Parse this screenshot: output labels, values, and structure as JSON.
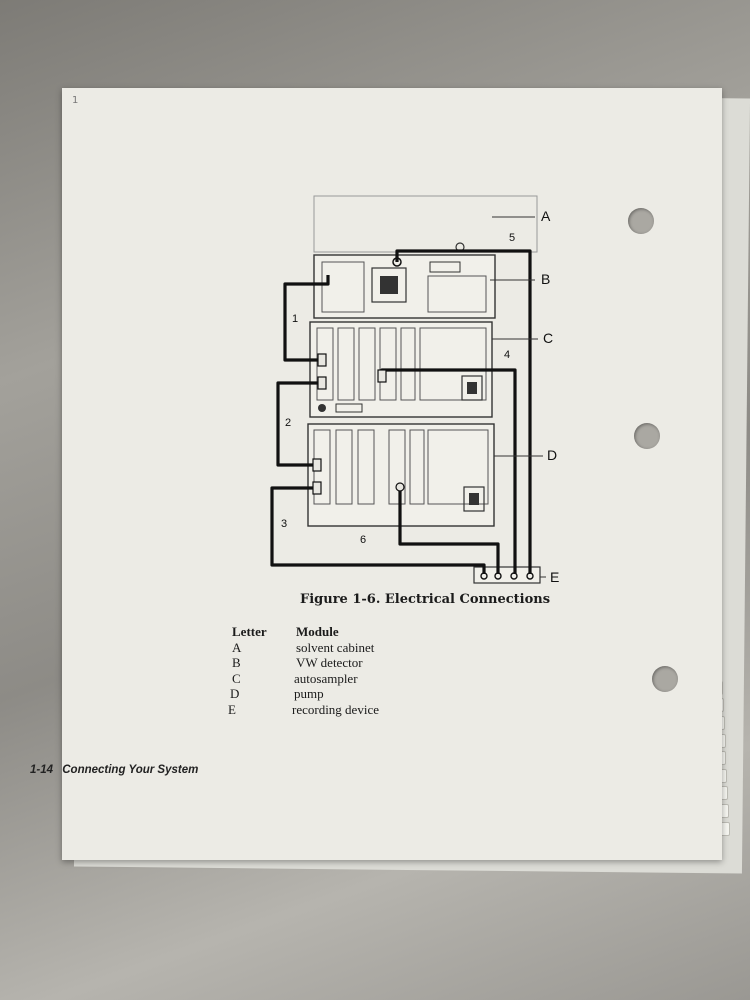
{
  "page": {
    "corner_mark": "1",
    "figure_caption": "Figure 1-6. Electrical Connections",
    "footer": {
      "page_number": "1-14",
      "section_title": "Connecting Your System"
    }
  },
  "diagram": {
    "module_labels": [
      "A",
      "B",
      "C",
      "D",
      "E"
    ],
    "cable_labels": [
      "1",
      "2",
      "3",
      "4",
      "5",
      "6"
    ]
  },
  "legend_table": {
    "headers": {
      "letter": "Letter",
      "module": "Module"
    },
    "rows": [
      {
        "letter": "A",
        "module": "solvent cabinet"
      },
      {
        "letter": "B",
        "module": "VW detector"
      },
      {
        "letter": "C",
        "module": "autosampler"
      },
      {
        "letter": "D",
        "module": "pump"
      },
      {
        "letter": "E",
        "module": "recording device"
      }
    ]
  }
}
